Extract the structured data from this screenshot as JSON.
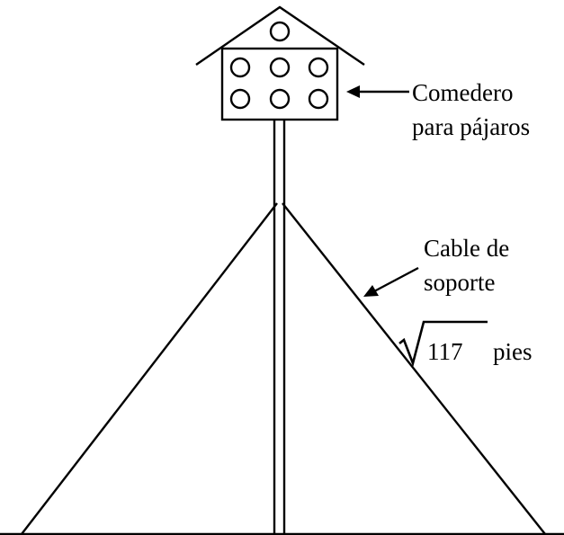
{
  "feeder_label": {
    "line1": "Comedero",
    "line2": "para pájaros"
  },
  "cable_label": {
    "line1": "Cable de",
    "line2": "soporte"
  },
  "cable_length": {
    "radicand": "117",
    "unit": "pies"
  },
  "colors": {
    "stroke": "#000000",
    "background": "#ffffff"
  }
}
